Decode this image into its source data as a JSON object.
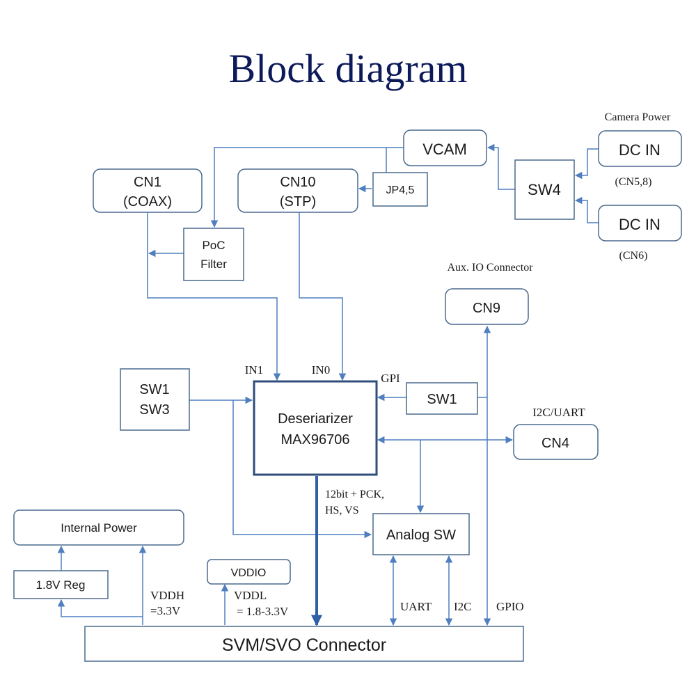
{
  "title": "Block diagram",
  "blocks": {
    "vcam": "VCAM",
    "dc_in_1": "DC IN",
    "dc_in_2": "DC IN",
    "sw4": "SW4",
    "cn1_line1": "CN1",
    "cn1_line2": "(COAX)",
    "cn10_line1": "CN10",
    "cn10_line2": "(STP)",
    "jp45": "JP4,5",
    "poc_line1": "PoC",
    "poc_line2": "Filter",
    "cn9": "CN9",
    "sw13_line1": "SW1",
    "sw13_line2": "SW3",
    "deser_line1": "Deseriarizer",
    "deser_line2": "MAX96706",
    "sw1": "SW1",
    "cn4": "CN4",
    "analog_sw": "Analog SW",
    "internal_power": "Internal Power",
    "reg18": "1.8V Reg",
    "vddio": "VDDIO",
    "connector": "SVM/SVO Connector"
  },
  "labels": {
    "camera_power": "Camera Power",
    "cn58": "(CN5,8)",
    "cn6": "(CN6)",
    "aux_io": "Aux. IO Connector",
    "in1": "IN1",
    "in0": "IN0",
    "gpi": "GPI",
    "i2c_uart": "I2C/UART",
    "bus_line1": "12bit + PCK,",
    "bus_line2": "HS, VS",
    "vddh_line1": "VDDH",
    "vddh_line2": "=3.3V",
    "vddl_line1": "VDDL",
    "vddl_line2": "= 1.8-3.3V",
    "uart": "UART",
    "i2c": "I2C",
    "gpio": "GPIO"
  },
  "colors": {
    "title": "#0d1a5a",
    "wire": "#4f7fbf",
    "box_border": "#4a6a8e"
  }
}
